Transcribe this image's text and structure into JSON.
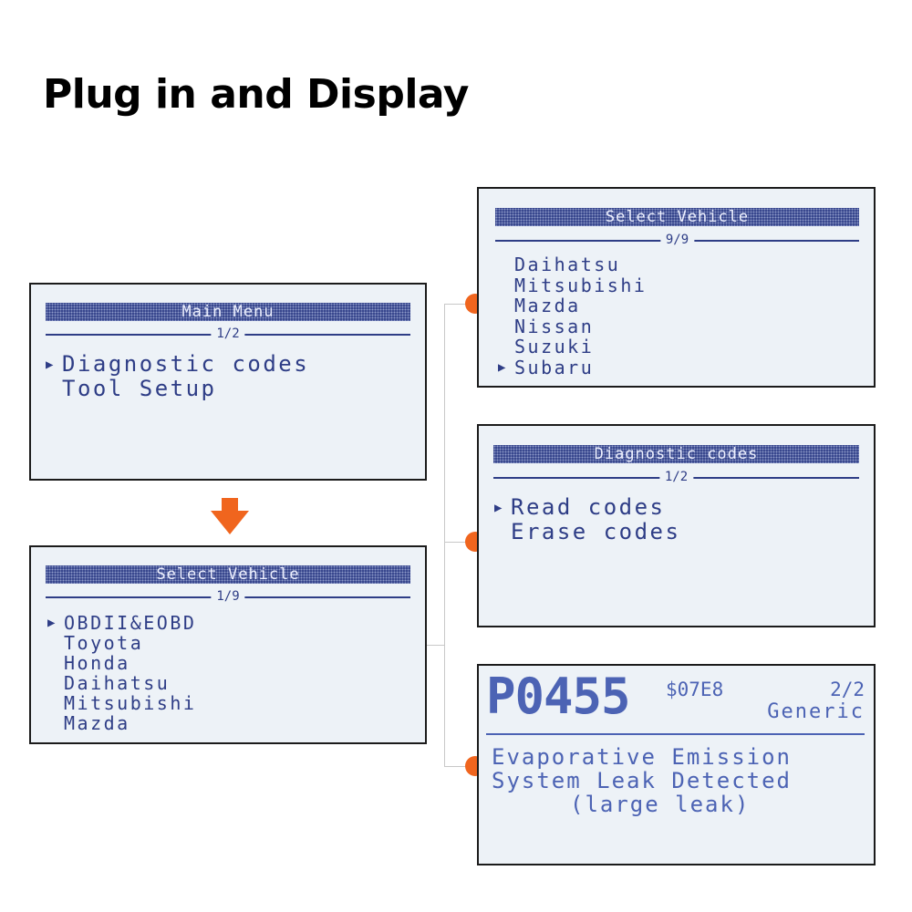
{
  "page": {
    "title": "Plug in and Display"
  },
  "main_menu": {
    "header": "Main Menu",
    "page": "1/2",
    "items": [
      {
        "label": "Diagnostic codes",
        "selected": true
      },
      {
        "label": "Tool Setup",
        "selected": false
      }
    ]
  },
  "select_vehicle_1": {
    "header": "Select Vehicle",
    "page": "1/9",
    "items": [
      {
        "label": "OBDII&EOBD",
        "selected": true
      },
      {
        "label": "Toyota",
        "selected": false
      },
      {
        "label": "Honda",
        "selected": false
      },
      {
        "label": "Daihatsu",
        "selected": false
      },
      {
        "label": "Mitsubishi",
        "selected": false
      },
      {
        "label": "Mazda",
        "selected": false
      }
    ]
  },
  "select_vehicle_9": {
    "header": "Select Vehicle",
    "page": "9/9",
    "items": [
      {
        "label": "Daihatsu",
        "selected": false
      },
      {
        "label": "Mitsubishi",
        "selected": false
      },
      {
        "label": "Mazda",
        "selected": false
      },
      {
        "label": "Nissan",
        "selected": false
      },
      {
        "label": "Suzuki",
        "selected": false
      },
      {
        "label": "Subaru",
        "selected": true
      }
    ]
  },
  "diag_codes": {
    "header": "Diagnostic codes",
    "page": "1/2",
    "items": [
      {
        "label": "Read codes",
        "selected": true
      },
      {
        "label": "Erase codes",
        "selected": false
      }
    ]
  },
  "dtc": {
    "code": "P0455",
    "ecu": "$07E8",
    "page": "2/2",
    "type": "Generic",
    "desc_line1": "Evaporative Emission",
    "desc_line2": "System Leak Detected",
    "desc_line3": "(large leak)"
  },
  "cursor_glyph": "▶",
  "colors": {
    "lcd_bg": "#edf2f7",
    "lcd_ink": "#2e3d86",
    "accent": "#f0651e"
  }
}
